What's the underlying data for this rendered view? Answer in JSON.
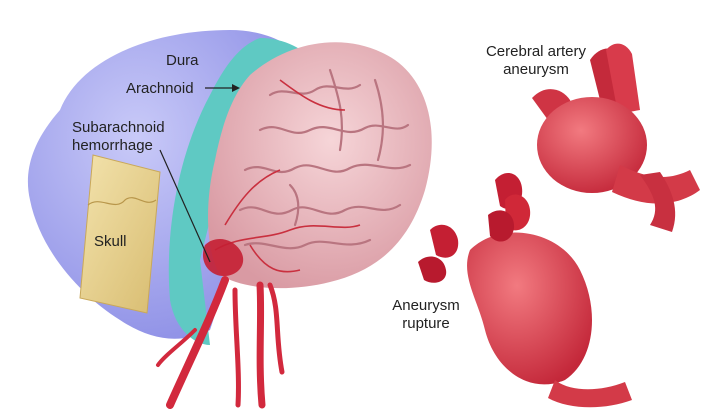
{
  "labels": {
    "dura": "Dura",
    "arachnoid": "Arachnoid",
    "subarachnoid": "Subarachnoid\nhemorrhage",
    "skull": "Skull",
    "cerebral_aneurysm": "Cerebral artery\naneurysm",
    "aneurysm_rupture": "Aneurysm\nrupture"
  },
  "colors": {
    "dura": "#b4b6f4",
    "arachnoid": "#5fc9c3",
    "brain": "#efc0c4",
    "vessel": "#d2293d",
    "skull": "#e8d290",
    "aneurysm": "#e0454f"
  }
}
